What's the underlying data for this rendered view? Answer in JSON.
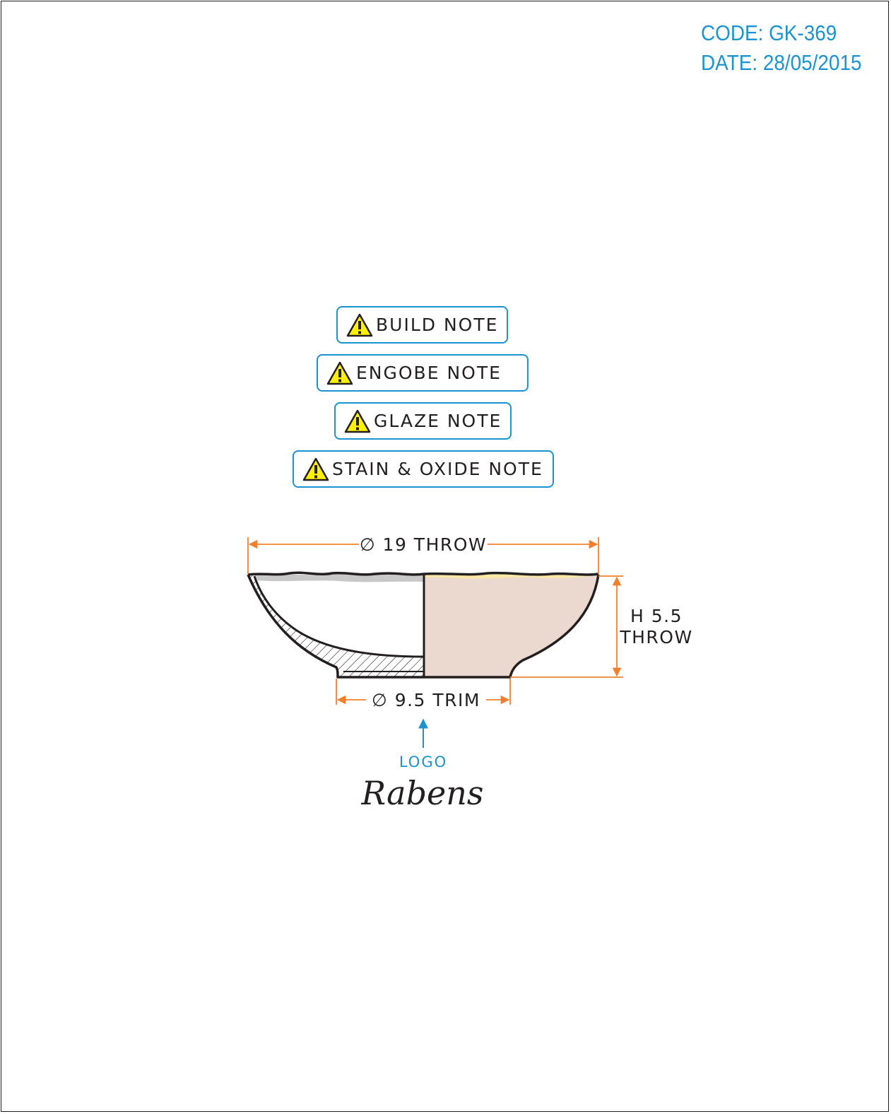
{
  "header": {
    "code": "CODE: GK-369",
    "date": "DATE: 28/05/2015"
  },
  "notes": [
    {
      "label": "BUILD NOTE",
      "icon": "warning-icon"
    },
    {
      "label": "ENGOBE NOTE",
      "icon": "warning-icon"
    },
    {
      "label": "GLAZE NOTE",
      "icon": "warning-icon"
    },
    {
      "label": "STAIN & OXIDE NOTE",
      "icon": "warning-icon"
    }
  ],
  "dimensions": {
    "diameter_top": "∅ 19 THROW",
    "height_line1": "H 5.5",
    "height_line2": "THROW",
    "diameter_foot": "∅ 9.5 TRIM"
  },
  "logo": {
    "label": "LOGO",
    "brand": "Rabens"
  },
  "colors": {
    "accent": "#1c93d1",
    "dimension": "#f37f2e",
    "outline": "#231f20",
    "body_fill": "#ebd9d0",
    "glaze_rim": "#fbe7a6",
    "inner_rim": "#c8c8c8",
    "warning": "#fff200"
  }
}
